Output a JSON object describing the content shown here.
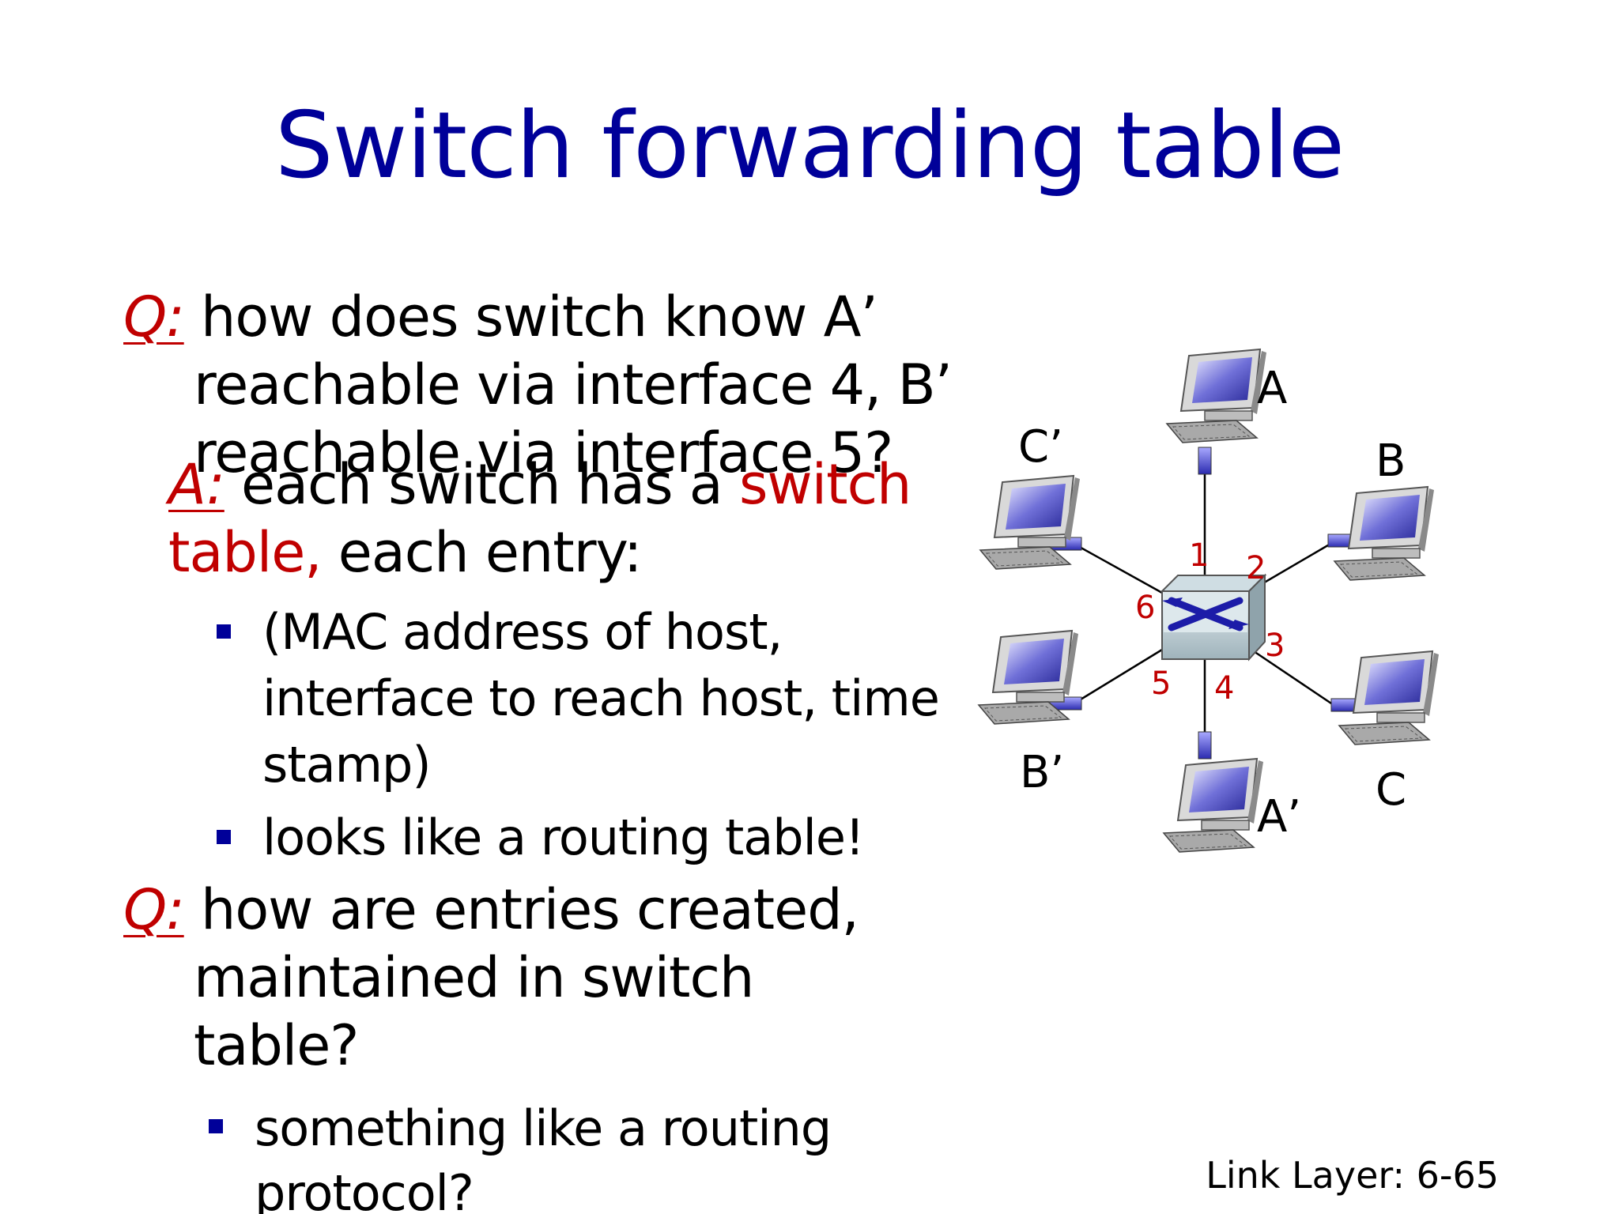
{
  "title": "Switch forwarding table",
  "q1": {
    "marker": "Q:",
    "lines": [
      "how does switch know A’",
      "reachable via interface 4, B’",
      "reachable via interface 5?"
    ]
  },
  "a1": {
    "marker": "A:",
    "text_before": " each switch has a ",
    "highlight": "switch",
    "highlight2": "table,",
    "text_after": " each entry:"
  },
  "bullets1": [
    {
      "lines": [
        "(MAC address of host,",
        "interface to reach host, time",
        "stamp)"
      ]
    },
    {
      "lines": [
        "looks like a routing table!"
      ]
    }
  ],
  "q2": {
    "marker": "Q:",
    "lines": [
      "how are entries created,",
      "maintained in switch",
      "table?"
    ]
  },
  "bullets2": [
    {
      "lines": [
        "something like a routing",
        "protocol?"
      ]
    }
  ],
  "diagram": {
    "hosts": [
      "A",
      "B",
      "C",
      "A’",
      "B’",
      "C’"
    ],
    "ports": [
      "1",
      "2",
      "3",
      "4",
      "5",
      "6"
    ]
  },
  "footer": "Link Layer: 6-65",
  "colors": {
    "title": "#000099",
    "accent": "#c00000",
    "bullet": "#000099",
    "port_label": "#c00000"
  }
}
